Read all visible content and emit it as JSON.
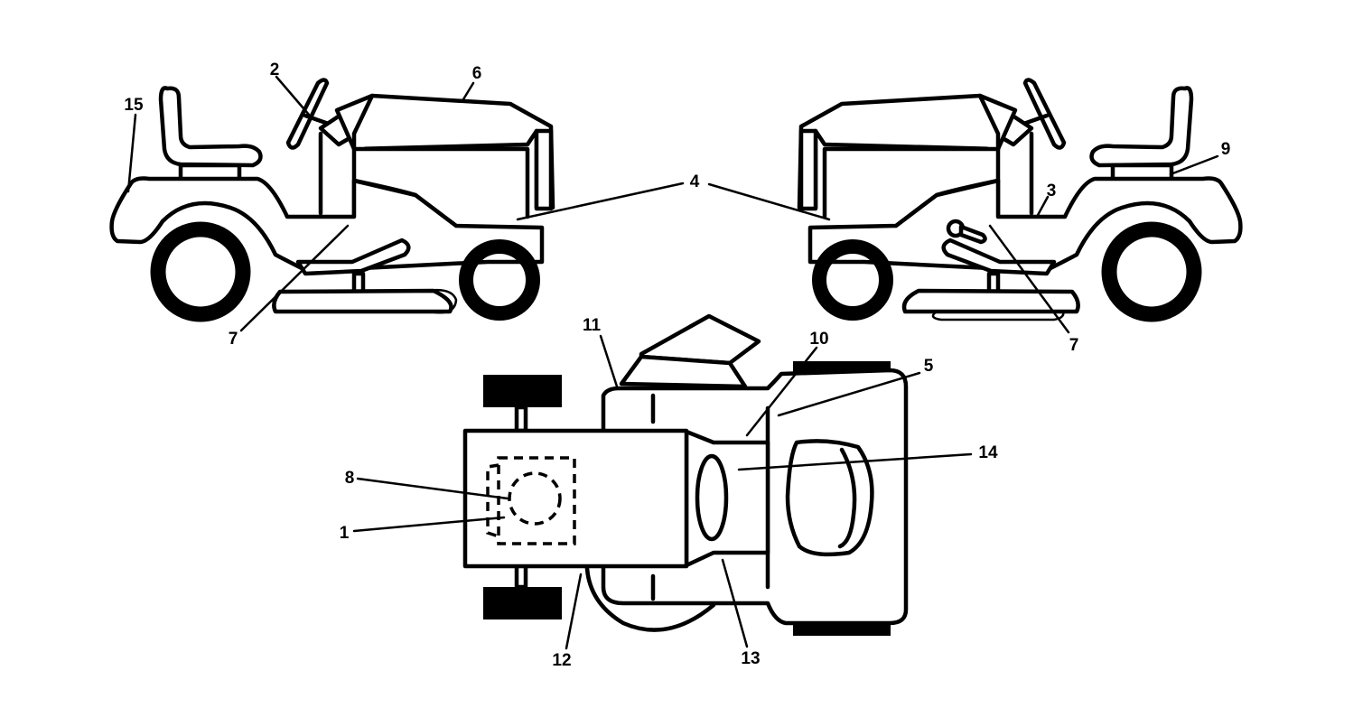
{
  "callouts": {
    "c1": "1",
    "c2": "2",
    "c3": "3",
    "c4": "4",
    "c5": "5",
    "c6": "6",
    "c7_left": "7",
    "c7_right": "7",
    "c8": "8",
    "c9": "9",
    "c10": "10",
    "c11": "11",
    "c12": "12",
    "c13": "13",
    "c14": "14",
    "c15": "15"
  }
}
